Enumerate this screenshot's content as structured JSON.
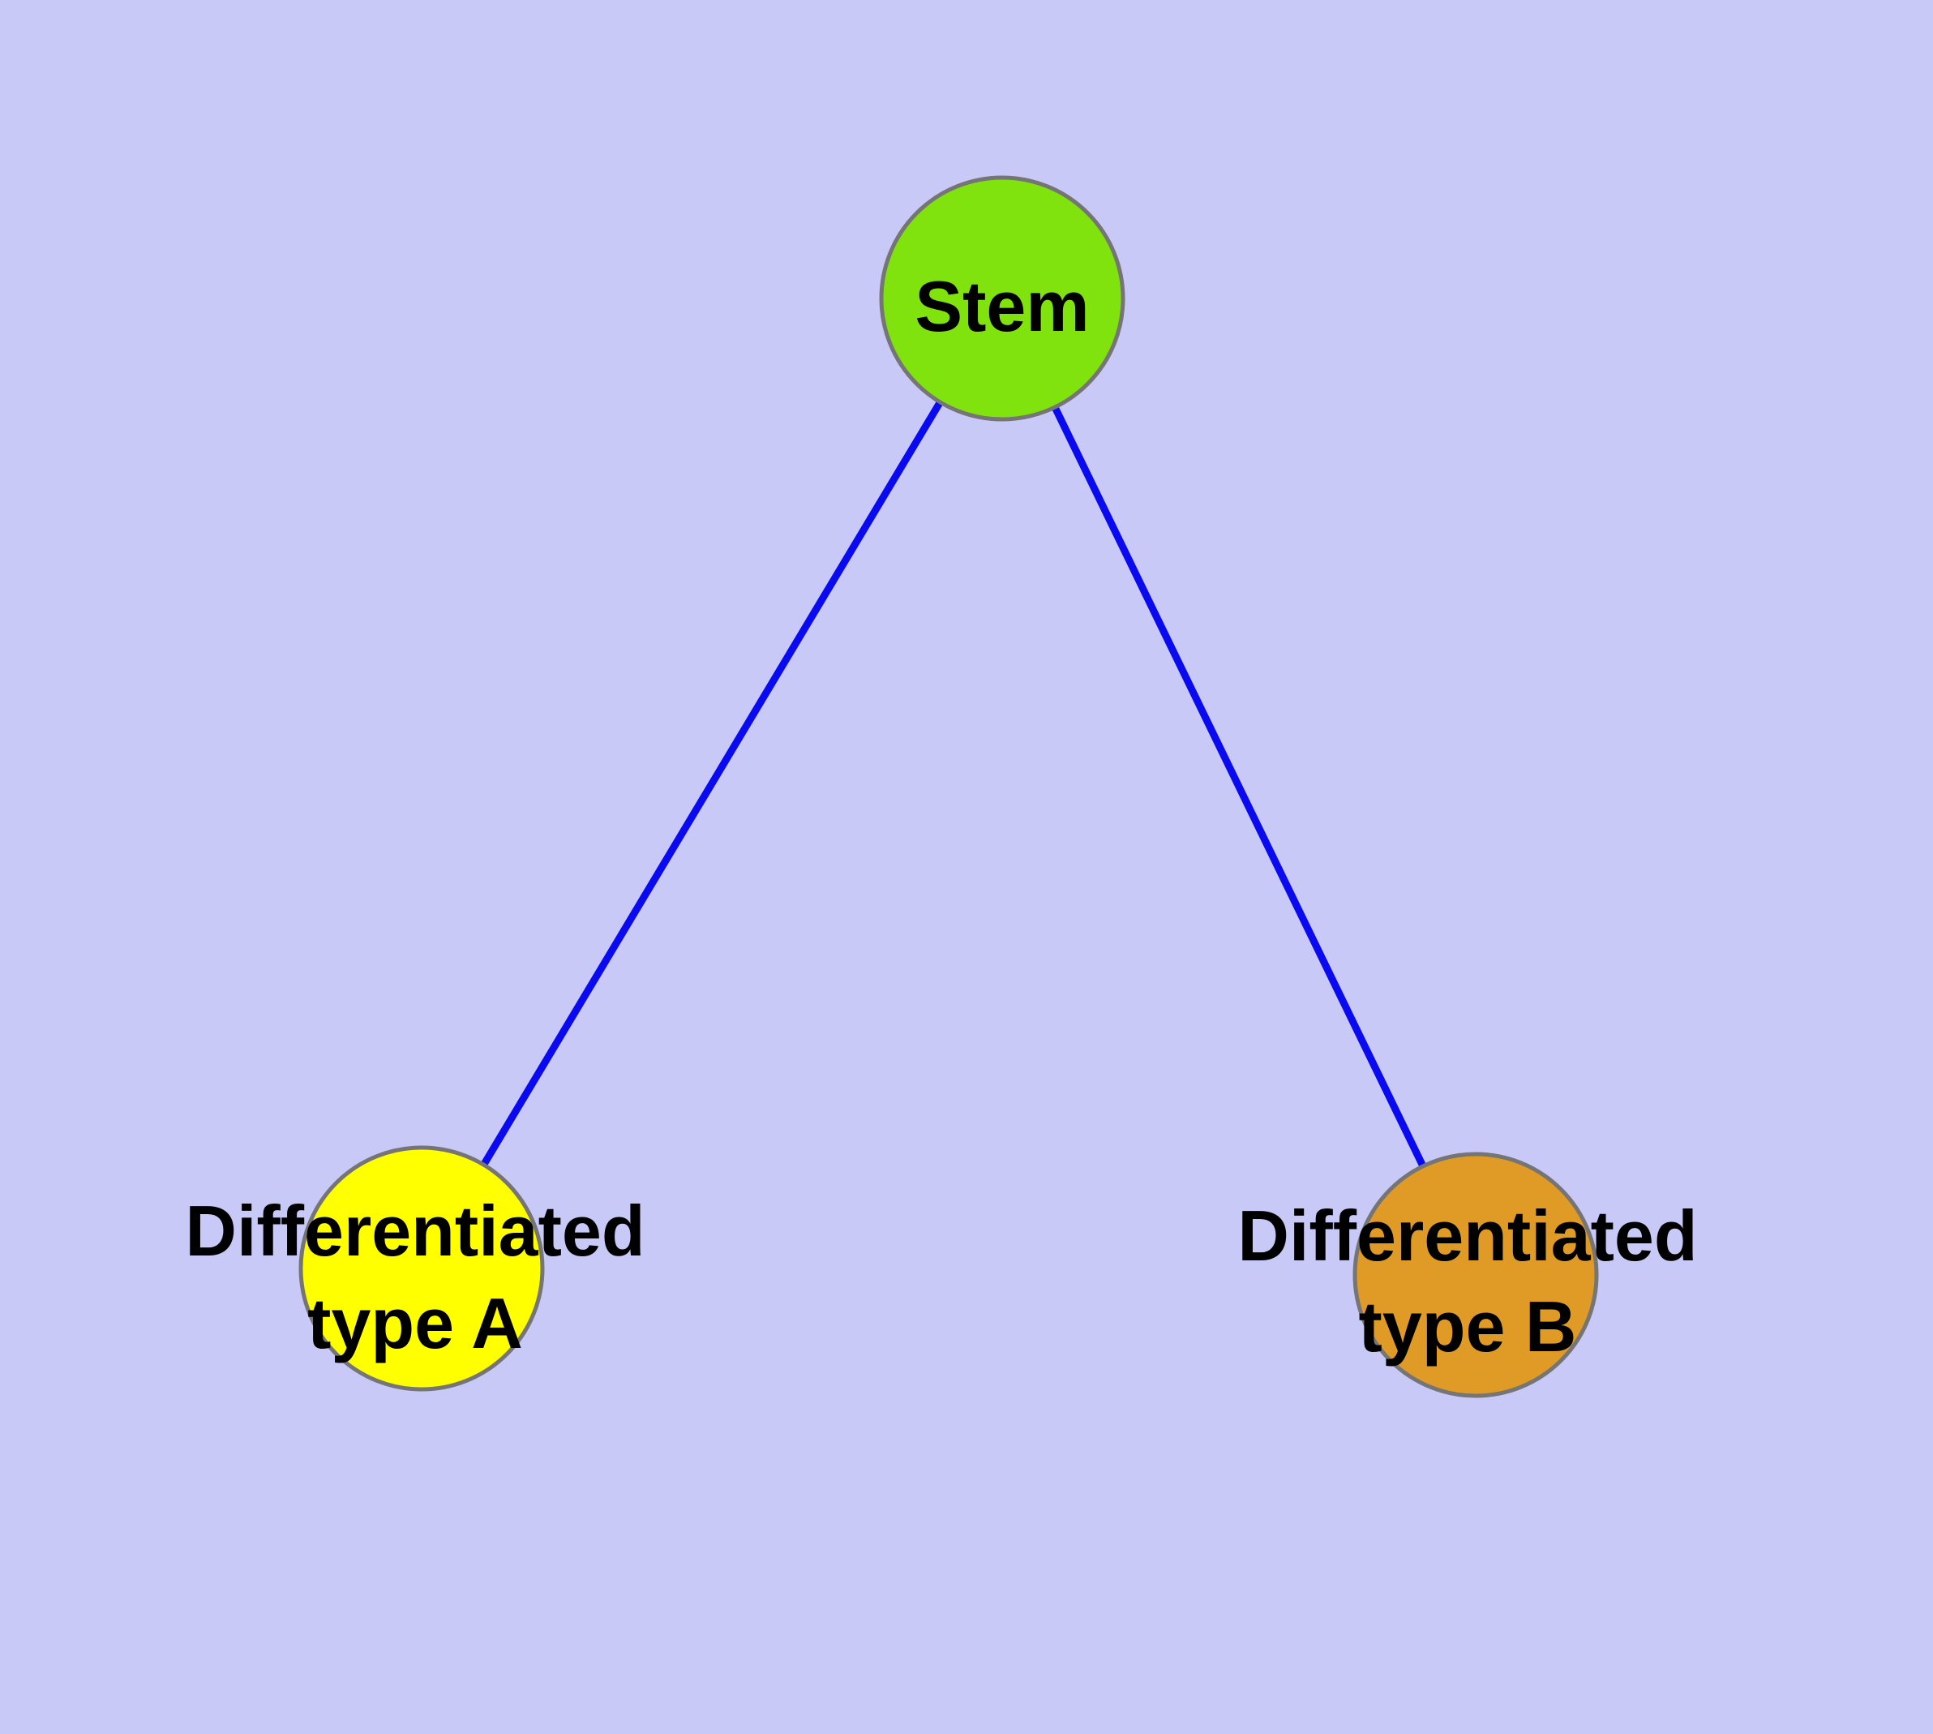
{
  "diagram": {
    "colors": {
      "background": "#C9C9F8",
      "edge": "#0A0AF0",
      "node_border": "#757575",
      "label_text": "#000000"
    },
    "nodes": {
      "stem": {
        "label": "Stem",
        "color": "#80E30D"
      },
      "type_a": {
        "label_line1": "Differentiated",
        "label_line2": "type A",
        "color": "#FFFF00"
      },
      "type_b": {
        "label_line1": "Differentiated",
        "label_line2": "type B",
        "color": "#E09A26"
      }
    },
    "edges": [
      {
        "from": "Stem",
        "to": "Differentiated type A"
      },
      {
        "from": "Stem",
        "to": "Differentiated type B"
      }
    ]
  }
}
